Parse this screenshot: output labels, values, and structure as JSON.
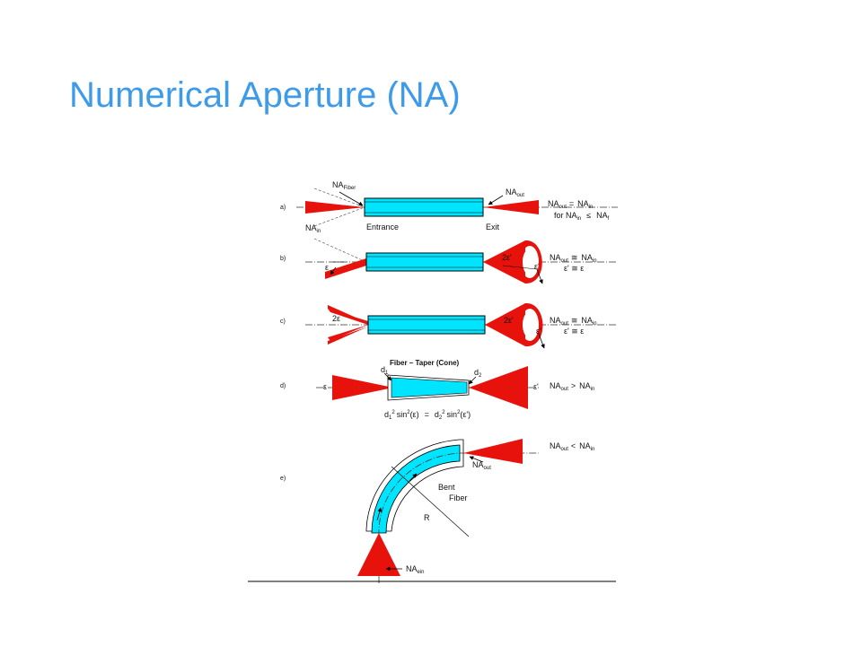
{
  "title": "Numerical Aperture (NA)",
  "colors": {
    "title": "#3d9be9",
    "fiber": "#00e5ff",
    "cone": "#e8120c"
  },
  "rows": {
    "a": {
      "letter": "a)",
      "na_fiber": "NA",
      "na_fiber_sub": "Fiber",
      "na_in": "NA",
      "na_in_sub": "in",
      "na_out": "NA",
      "na_out_sub": "out",
      "entrance": "Entrance",
      "exit": "Exit",
      "eq1_a": "NA",
      "eq1_a_sub": "out",
      "eq1_op": "=",
      "eq1_b": "NA",
      "eq1_b_sub": "in",
      "eq2_pre": "for NA",
      "eq2_pre_sub": "in",
      "eq2_op": "≤",
      "eq2_b": "NA",
      "eq2_b_sub": "f"
    },
    "b": {
      "letter": "b)",
      "left_angle": "ε",
      "right_angle": "2ε'",
      "side_angle": "ε'",
      "eq1_a": "NA",
      "eq1_a_sub": "out",
      "eq1_op": "≅",
      "eq1_b": "NA",
      "eq1_b_sub": "in",
      "eq2": "ε' ≅ ε"
    },
    "c": {
      "letter": "c)",
      "left_angle": "2ε",
      "right_angle": "2ε'",
      "side_angle": "ε'",
      "eq1_a": "NA",
      "eq1_a_sub": "out",
      "eq1_op": "≅",
      "eq1_b": "NA",
      "eq1_b_sub": "in",
      "eq2": "ε' ≅ ε"
    },
    "d": {
      "letter": "d)",
      "caption": "Fiber – Taper (Cone)",
      "d1": "d",
      "d1_sub": "1",
      "d2": "d",
      "d2_sub": "2",
      "left_angle": "ε",
      "right_angle": "ε'",
      "eq_a": "NA",
      "eq_a_sub": "out",
      "eq_op": ">",
      "eq_b": "NA",
      "eq_b_sub": "in",
      "formula_l": "d",
      "formula_l_sub": "1",
      "formula_l_sup": "2",
      "formula_l_rest": "sin",
      "formula_l_sup2": "2",
      "formula_l_arg": "(ε)",
      "formula_eq": "=",
      "formula_r": "d",
      "formula_r_sub": "2",
      "formula_r_sup": "2",
      "formula_r_rest": "sin",
      "formula_r_sup2": "2",
      "formula_r_arg": "(ε')"
    },
    "e": {
      "letter": "e)",
      "na_out": "NA",
      "na_out_sub": "out",
      "eq_a": "NA",
      "eq_a_sub": "out",
      "eq_op": "<",
      "eq_b": "NA",
      "eq_b_sub": "in",
      "bent": "Bent",
      "fiber": "Fiber",
      "radius": "R",
      "na_ein": "NA",
      "na_ein_sub": "ein"
    }
  }
}
